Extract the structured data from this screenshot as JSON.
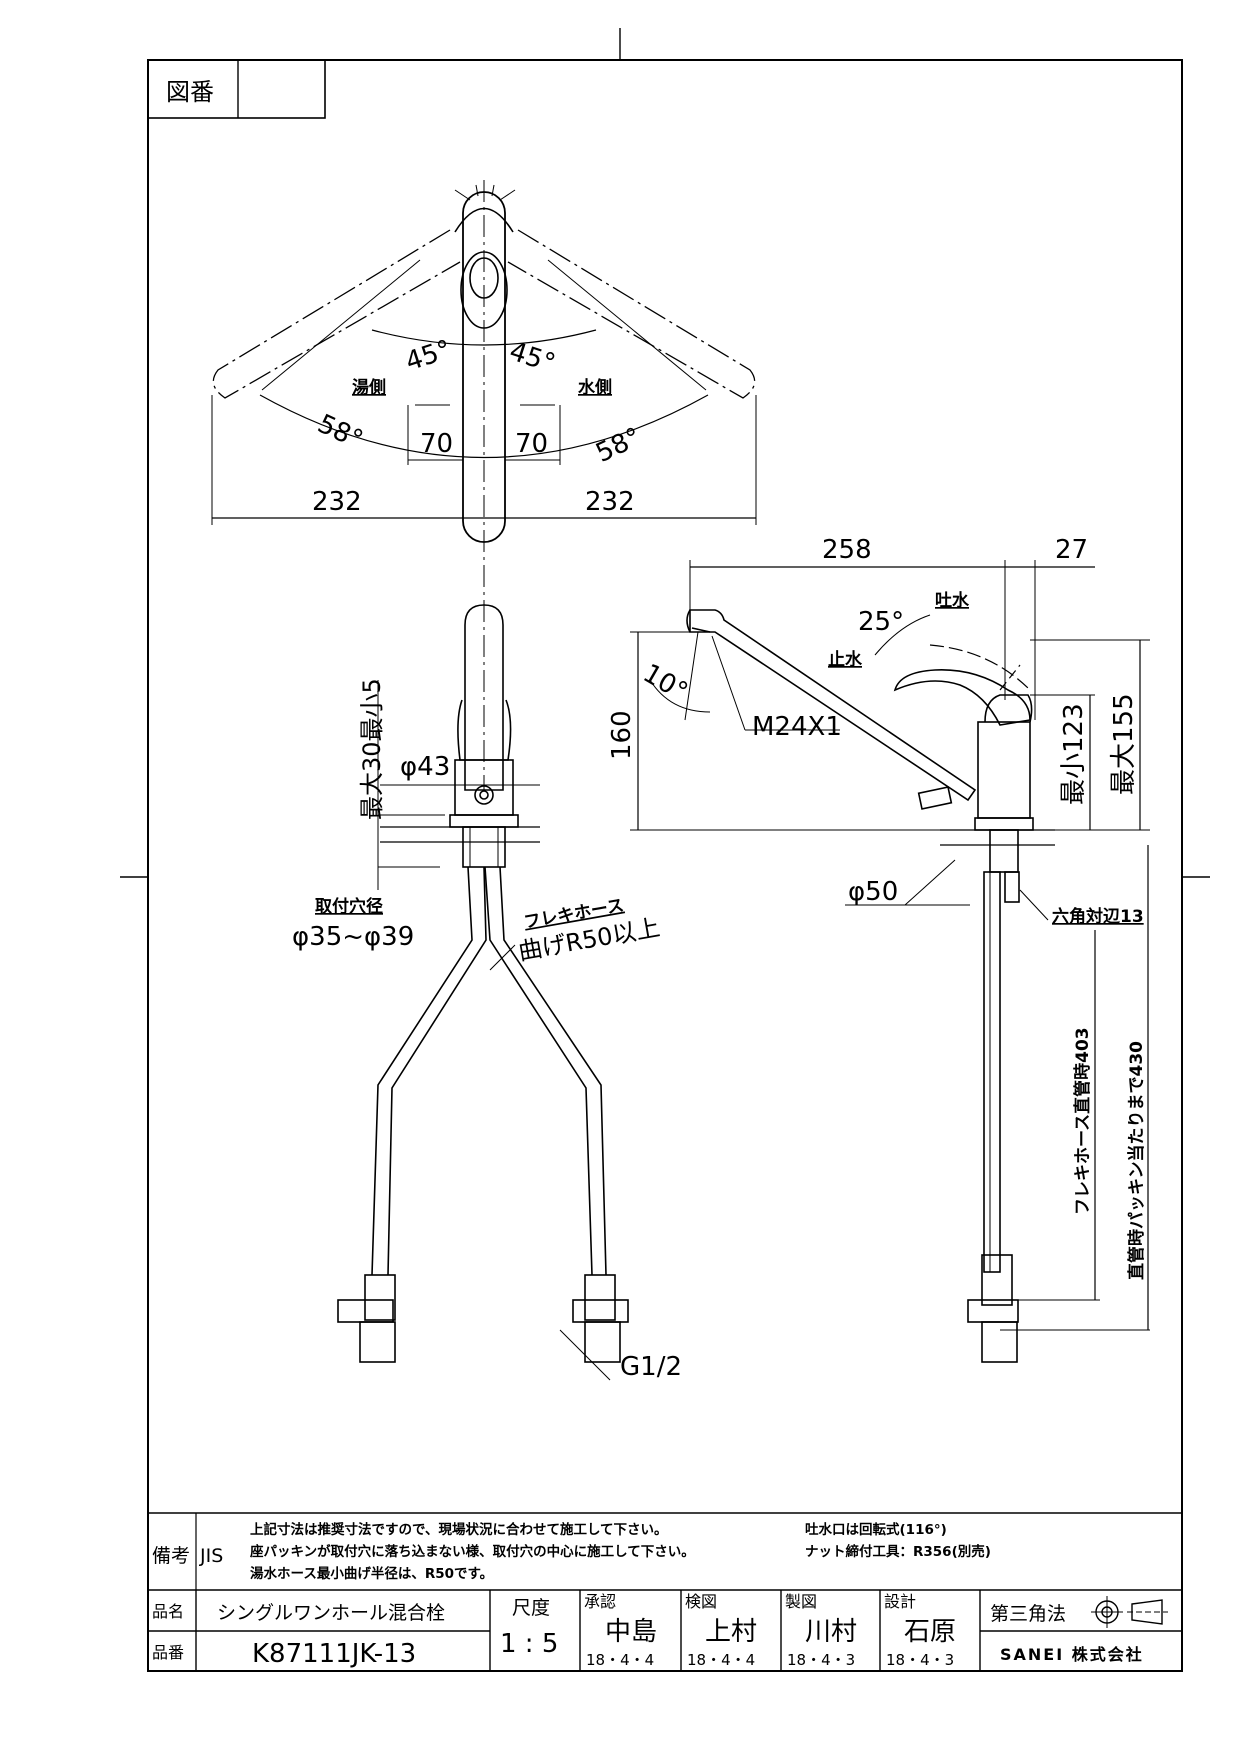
{
  "header": {
    "drawing_no_label": "図番",
    "drawing_no_value": ""
  },
  "top_view": {
    "hot_label": "湯側",
    "cold_label": "水側",
    "angle_left": "45°",
    "angle_right": "45°",
    "angle_left_outer": "58°",
    "angle_right_outer": "58°",
    "dim_70_left": "70",
    "dim_70_right": "70",
    "dim_232_left": "232",
    "dim_232_right": "232"
  },
  "front_view": {
    "dim_height": "最大30最小5",
    "dim_dia": "φ43",
    "hole_label": "取付穴径",
    "hole_value": "φ35~φ39",
    "hose_label": "フレキホース",
    "hose_bend": "曲げR50以上",
    "thread": "G1/2"
  },
  "side_view": {
    "dim_258": "258",
    "dim_27": "27",
    "angle_25": "25°",
    "spout_label": "吐水",
    "stop_label": "止水",
    "angle_10": "10°",
    "dim_160": "160",
    "thread": "M24X1",
    "dim_min": "最小123",
    "dim_max": "最大155",
    "dim_base": "φ50",
    "hex": "六角対辺13",
    "hose_straight": "フレキホース直管時403",
    "hose_packing": "直管時パッキン当たりまで430"
  },
  "notes": {
    "label": "備考",
    "jis": "JIS",
    "line1": "上記寸法は推奨寸法ですので、現場状況に合わせて施工して下さい。",
    "line2": "座パッキンが取付穴に落ち込まない様、取付穴の中心に施工して下さい。",
    "line3": "湯水ホース最小曲げ半径は、R50です。",
    "right1": "吐水口は回転式(116°)",
    "right2": "ナット締付工具：R356(別売)"
  },
  "title_block": {
    "name_label": "品名",
    "name_value": "シングルワンホール混合栓",
    "no_label": "品番",
    "no_value": "K87111JK-13",
    "scale_label": "尺度",
    "scale_value": "1 : 5",
    "approve_label": "承認",
    "approve_name": "中島",
    "approve_date": "18・4・4",
    "check_label": "検図",
    "check_name": "上村",
    "check_date": "18・4・4",
    "draw_label": "製図",
    "draw_name": "川村",
    "draw_date": "18・4・3",
    "design_label": "設計",
    "design_name": "石原",
    "design_date": "18・4・3",
    "projection": "第三角法",
    "company": "SANEI 株式会社"
  }
}
